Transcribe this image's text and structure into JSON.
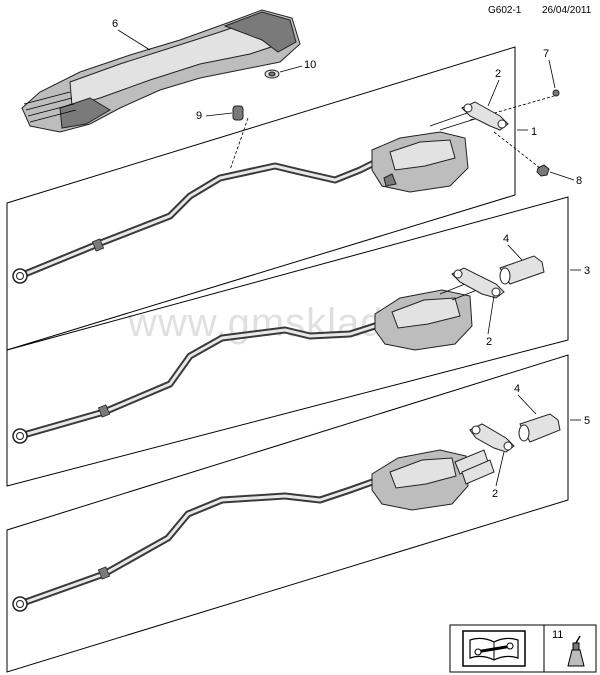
{
  "header": {
    "code": "G602-1",
    "date": "26/04/2011"
  },
  "watermark": "www.gmsklad.ru",
  "callouts": {
    "c1": "1",
    "c2a": "2",
    "c2b": "2",
    "c2c": "2",
    "c3": "3",
    "c4a": "4",
    "c4b": "4",
    "c5": "5",
    "c6": "6",
    "c7": "7",
    "c8": "8",
    "c9": "9",
    "c10": "10"
  },
  "legend_box": {
    "ref_number": "11",
    "manual_icon": "book-wrench-icon",
    "lubricant_icon": "lubricant-tube-icon"
  },
  "colors": {
    "line": "#000000",
    "part_fill": "#bdbdbd",
    "watermark": "#c8c8c8"
  }
}
